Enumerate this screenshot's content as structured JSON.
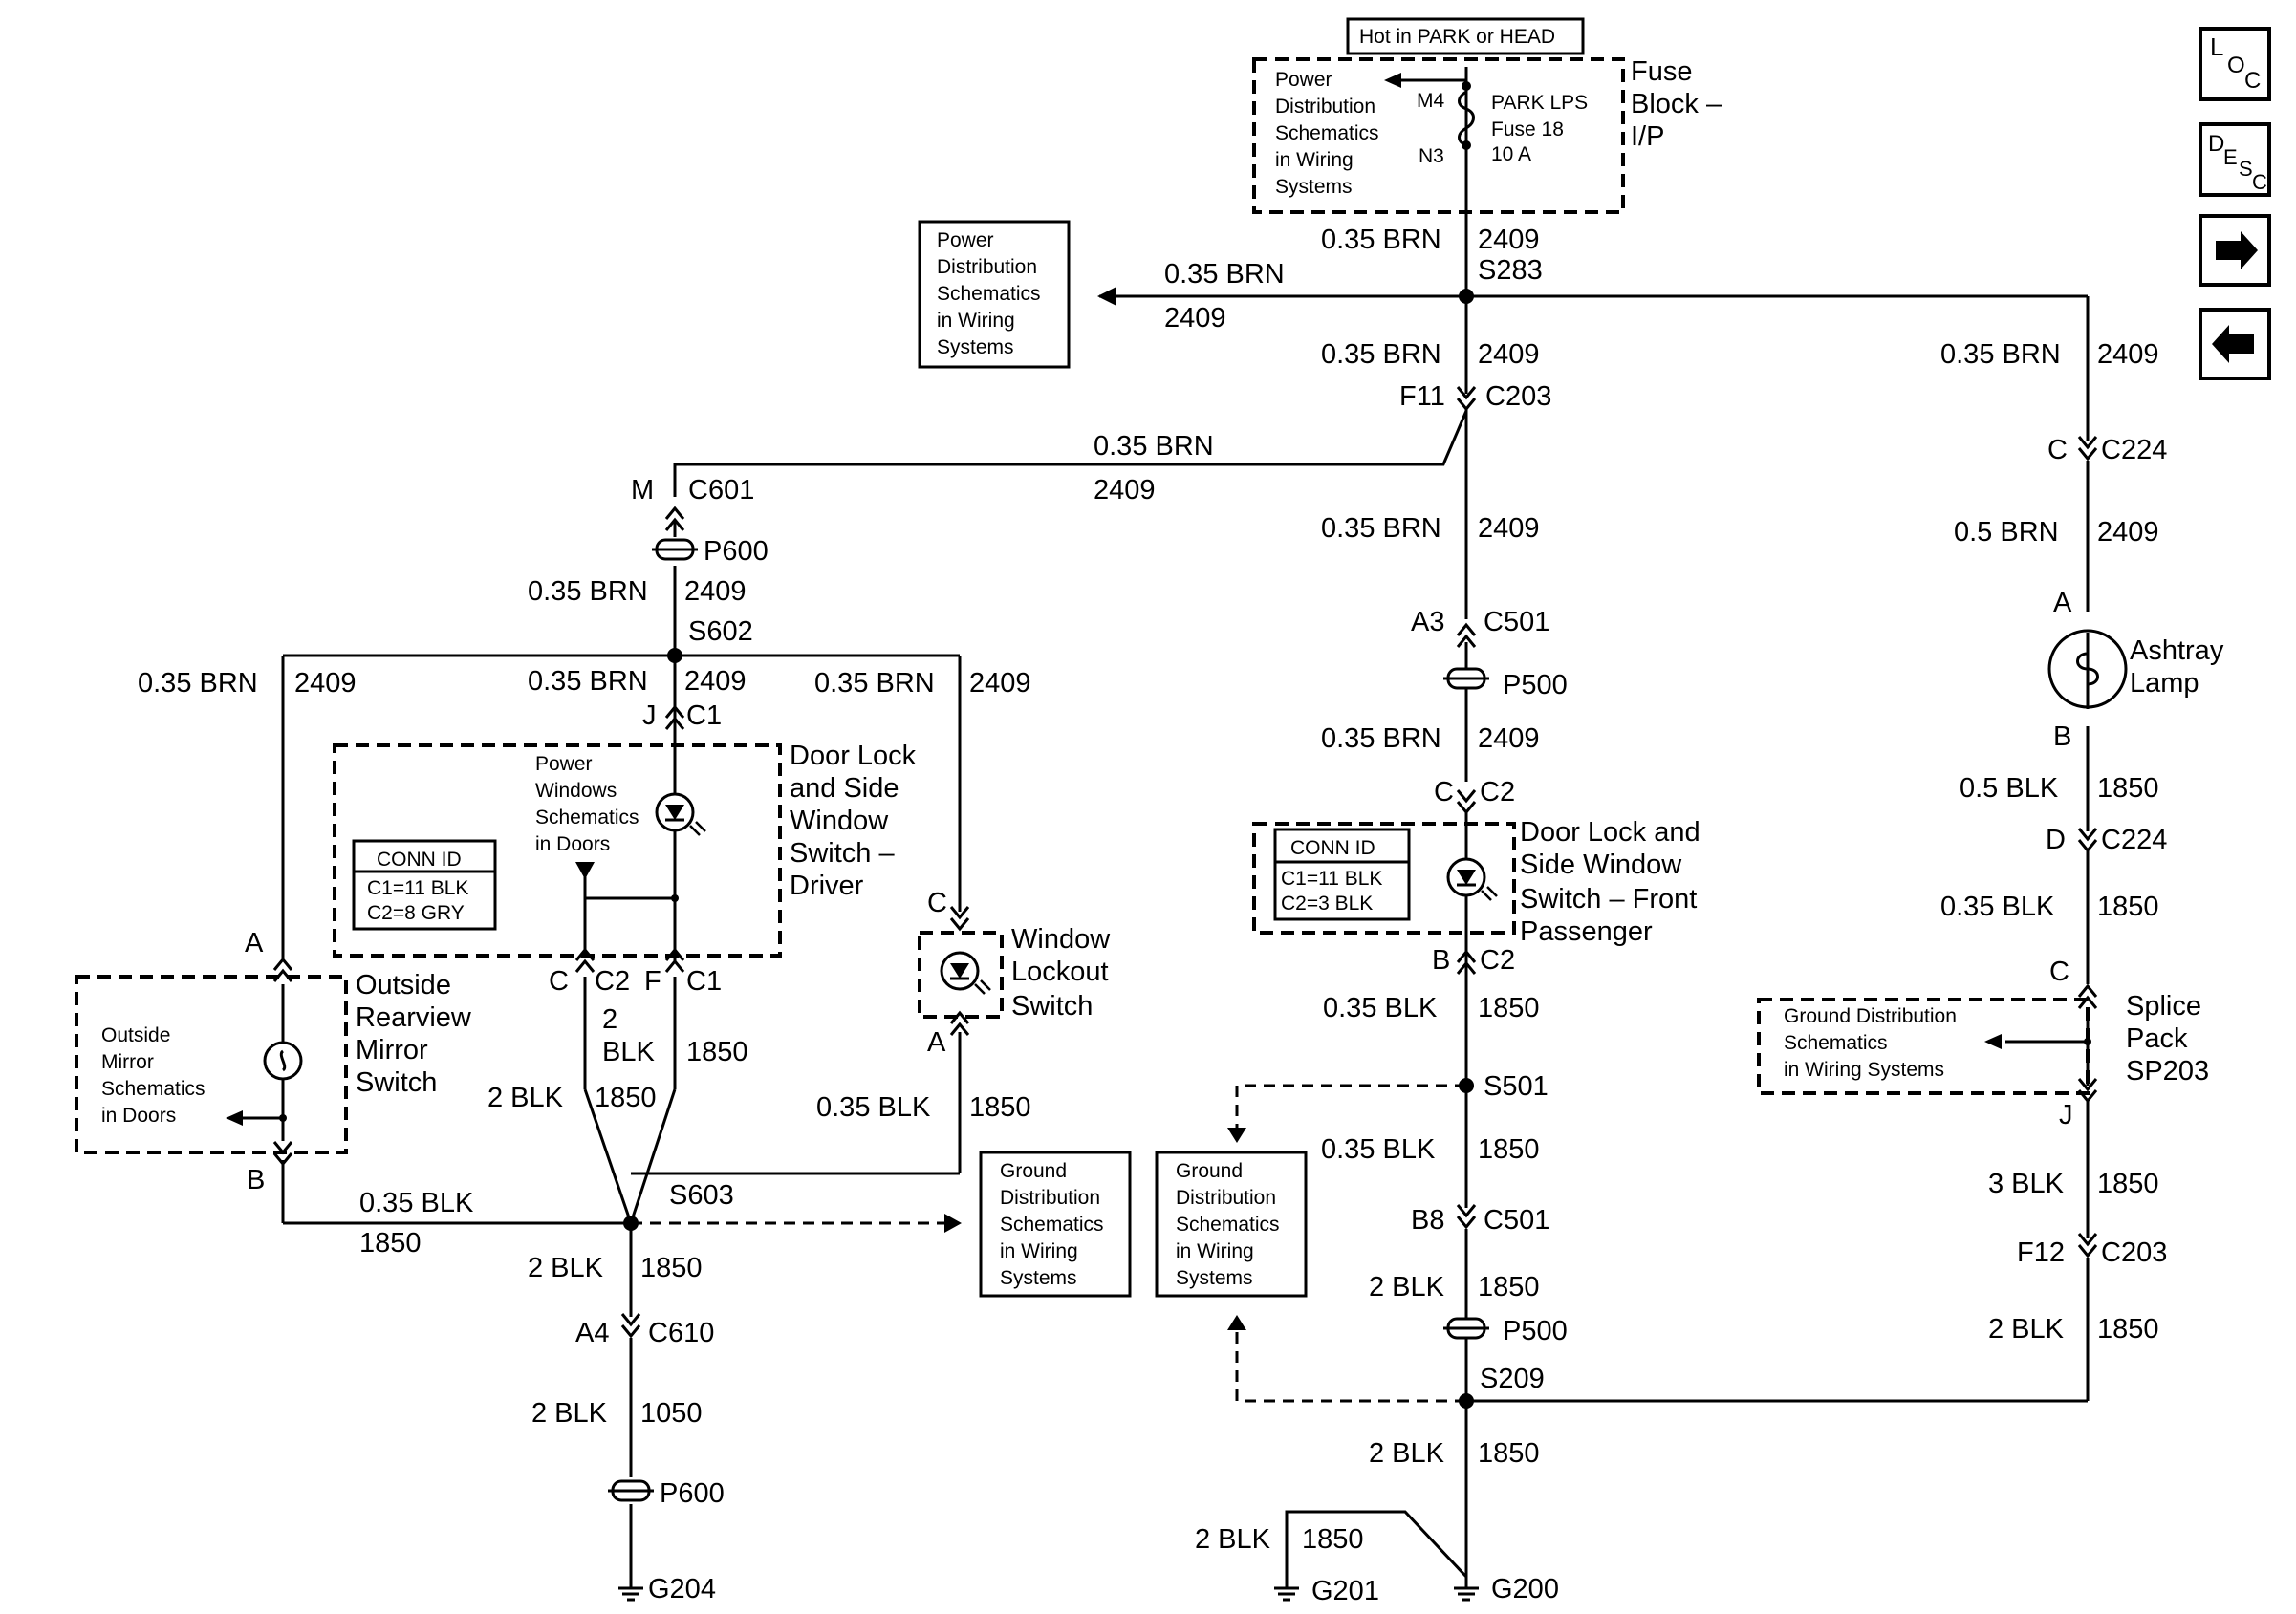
{
  "hot_label": "Hot in PARK or HEAD",
  "fuse_block": {
    "title_lines": [
      "Fuse",
      "Block –",
      "I/P"
    ],
    "ref_lines": [
      "Power",
      "Distribution",
      "Schematics",
      "in Wiring",
      "Systems"
    ],
    "pin_top": "M4",
    "pin_bottom": "N3",
    "fuse_lines": [
      "PARK LPS",
      "Fuse 18",
      "10 A"
    ]
  },
  "power_ref_box": [
    "Power",
    "Distribution",
    "Schematics",
    "in Wiring",
    "Systems"
  ],
  "wire": {
    "brn": "0.35 BRN",
    "brn_half": "0.5 BRN",
    "blk": "0.35 BLK",
    "blk_half": "0.5 BLK",
    "blk2": "2 BLK",
    "blk3": "3 BLK",
    "c2409": "2409",
    "c1850": "1850",
    "c1050": "1050"
  },
  "splices": {
    "s283": "S283",
    "s602": "S602",
    "s603": "S603",
    "s501": "S501",
    "s209": "S209"
  },
  "connectors": {
    "f11": "F11",
    "c203": "C203",
    "m": "M",
    "c601": "C601",
    "p600": "P600",
    "a3": "A3",
    "c501": "C501",
    "p500": "P500",
    "c": "C",
    "c2": "C2",
    "c224": "C224",
    "a": "A",
    "b": "B",
    "d": "D",
    "j": "J",
    "c1": "C1",
    "f": "F",
    "b8": "B8",
    "a4": "A4",
    "c610": "C610",
    "f12": "F12",
    "two": "2",
    "blk": "BLK"
  },
  "grounds": {
    "g204": "G204",
    "g201": "G201",
    "g200": "G200"
  },
  "driver_switch": {
    "title_lines": [
      "Door Lock",
      "and Side",
      "Window",
      "Switch –",
      "Driver"
    ],
    "ref_lines": [
      "Power",
      "Windows",
      "Schematics",
      "in Doors"
    ],
    "conn_id": [
      "CONN ID",
      "C1=11 BLK",
      "C2=8 GRY"
    ]
  },
  "passenger_switch": {
    "title_lines": [
      "Door Lock and",
      "Side Window",
      "Switch – Front",
      "Passenger"
    ],
    "conn_id": [
      "CONN ID",
      "C1=11 BLK",
      "C2=3 BLK"
    ]
  },
  "mirror_switch": {
    "title_lines": [
      "Outside",
      "Rearview",
      "Mirror",
      "Switch"
    ],
    "ref_lines": [
      "Outside",
      "Mirror",
      "Schematics",
      "in Doors"
    ]
  },
  "lockout_switch": {
    "title_lines": [
      "Window",
      "Lockout",
      "Switch"
    ]
  },
  "ashtray": {
    "title_lines": [
      "Ashtray",
      "Lamp"
    ]
  },
  "splice_pack": {
    "title_lines": [
      "Splice",
      "Pack",
      "SP203"
    ],
    "ref_lines": [
      "Ground Distribution",
      "Schematics",
      "in Wiring Systems"
    ]
  },
  "ground_ref_1": [
    "Ground",
    "Distribution",
    "Schematics",
    "in Wiring",
    "Systems"
  ],
  "ground_ref_2": [
    "Ground",
    "Distribution",
    "Schematics",
    "in Wiring",
    "Systems"
  ],
  "nav": {
    "loc": [
      "L",
      "O",
      "C"
    ],
    "desc": [
      "D",
      "E",
      "S",
      "C"
    ],
    "next": "→",
    "prev": "←"
  }
}
